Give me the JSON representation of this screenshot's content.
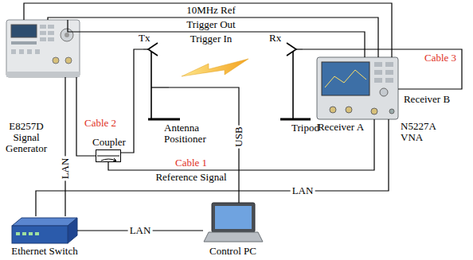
{
  "diagram": {
    "nodes": [
      {
        "text": [
          "E8257D Signal Generator"
        ]
      },
      {
        "text": [
          "Coupler"
        ]
      },
      {
        "text": [
          "Tx",
          "Antenna Positioner"
        ]
      },
      {
        "text": [
          "Rx",
          "Tripod"
        ]
      },
      {
        "text": [
          "N5227A VNA"
        ]
      },
      {
        "text": [
          "Ethernet Switch"
        ]
      },
      {
        "text": [
          "Control PC"
        ]
      }
    ],
    "edges": [
      {
        "from": 0,
        "to": 4,
        "label": "10MHz Ref",
        "arrow": "none"
      },
      {
        "from": 0,
        "to": 4,
        "label": "Trigger Out",
        "arrow": "none"
      },
      {
        "from": 0,
        "to": 4,
        "label": "Trigger In",
        "arrow": "none"
      },
      {
        "from": 0,
        "to": 1,
        "arrow": "none"
      },
      {
        "from": 1,
        "to": 2,
        "arrow": "none"
      },
      {
        "from": 1,
        "to": 4,
        "label": "Reference Signal",
        "arrow": "none"
      },
      {
        "from": 3,
        "to": 4,
        "arrow": "none"
      },
      {
        "from": 2,
        "to": 6,
        "label": "USB",
        "arrow": "none"
      },
      {
        "from": 4,
        "to": 5,
        "label": "LAN",
        "arrow": "none"
      },
      {
        "from": 0,
        "to": 5,
        "label": "LAN",
        "arrow": "none"
      },
      {
        "from": 5,
        "to": 6,
        "label": "LAN",
        "arrow": "none"
      }
    ],
    "labels": [
      "Cable 2",
      "Cable 1",
      "Cable 3",
      "Receiver A",
      "Receiver B"
    ]
  }
}
